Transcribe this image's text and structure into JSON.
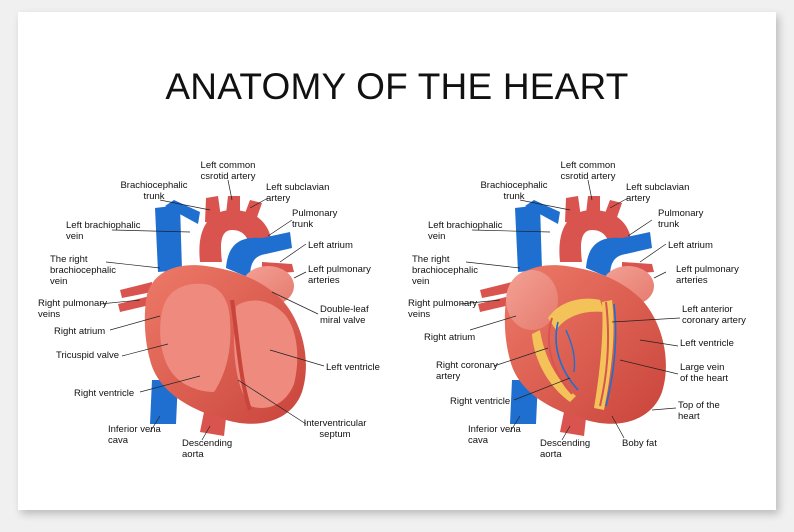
{
  "title": "ANATOMY OF THE HEART",
  "colors": {
    "vein_blue": "#1f6fd0",
    "artery_red": "#d9534f",
    "muscle": "#e0604f",
    "chamber_pink": "#ee8a7e",
    "fat_yellow": "#f3c35a"
  },
  "left_heart": {
    "labels": {
      "left_common_carotid": "Left common\ncsrotid artery",
      "brachiocephalic_trunk": "Brachiocephalic\ntrunk",
      "left_subclavian": "Left subclavian\nartery",
      "pulmonary_trunk": "Pulmonary\ntrunk",
      "left_brachiophalic_vein": "Left brachiophalic\nvein",
      "left_atrium": "Left atrium",
      "right_brachiocephalic_vein": "The right\nbrachiocephalic\nvein",
      "left_pulmonary_arteries": "Left pulmonary\narteries",
      "right_pulmonary_veins": "Right pulmonary\nveins",
      "double_leaf_valve": "Double-leaf\nmiral valve",
      "right_atrium": "Right atrium",
      "tricuspid_valve": "Tricuspid valve",
      "left_ventricle": "Left ventricle",
      "right_ventricle": "Right ventricle",
      "inferior_vena_cava": "Inferior vena\ncava",
      "descending_aorta": "Descending\naorta",
      "interventricular_septum": "Interventricular\nseptum"
    }
  },
  "right_heart": {
    "labels": {
      "left_common_carotid": "Left common\ncsrotid artery",
      "brachiocephalic_trunk": "Brachiocephalic\ntrunk",
      "left_subclavian": "Left subclavian\nartery",
      "pulmonary_trunk": "Pulmonary\ntrunk",
      "left_brachiophalic_vein": "Left brachiophalic\nvein",
      "left_atrium": "Left atrium",
      "right_brachiocephalic_vein": "The right\nbrachiocephalic\nvein",
      "left_pulmonary_arteries": "Left pulmonary\narteries",
      "right_pulmonary_veins": "Right pulmonary\nveins",
      "left_anterior_coronary": "Left anterior\ncoronary artery",
      "right_atrium": "Right atrium",
      "left_ventricle": "Left ventricle",
      "right_coronary": "Right coronary\nartery",
      "large_vein": "Large vein\nof the heart",
      "right_ventricle": "Right ventricle",
      "top_of_heart": "Top of the\nheart",
      "inferior_vena_cava": "Inferior vena\ncava",
      "descending_aorta": "Descending\naorta",
      "boby_fat": "Boby fat"
    }
  }
}
